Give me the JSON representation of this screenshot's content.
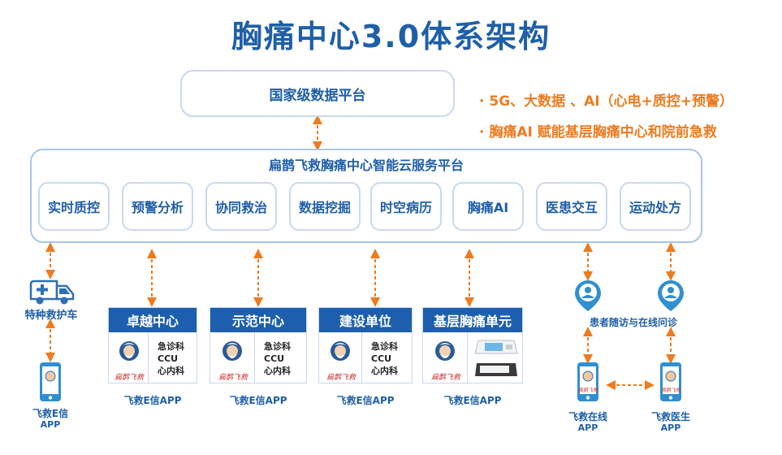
{
  "title": "胸痛中心3.0体系架构",
  "national_platform": "国家级数据平台",
  "bullets": [
    "· 5G、大数据 、AI（心电+质控+预警）",
    "· 胸痛AI 赋能基层胸痛中心和院前急救"
  ],
  "cloud_platform": {
    "title": "扁鹊飞救胸痛中心智能云服务平台",
    "modules": [
      "实时质控",
      "预警分析",
      "协同救治",
      "数据挖掘",
      "时空病历",
      "胸痛AI",
      "医患交互",
      "运动处方"
    ]
  },
  "ambulance": {
    "label": "特种救护车"
  },
  "left_app": {
    "name": "飞救E信",
    "suffix": "APP"
  },
  "centers": [
    {
      "title": "卓越中心",
      "depts": [
        "急诊科",
        "CCU",
        "心内科"
      ],
      "logo_text": "扁鹊飞救",
      "app": "飞救E信APP"
    },
    {
      "title": "示范中心",
      "depts": [
        "急诊科",
        "CCU",
        "心内科"
      ],
      "logo_text": "扁鹊飞救",
      "app": "飞救E信APP"
    },
    {
      "title": "建设单位",
      "depts": [
        "急诊科",
        "CCU",
        "心内科"
      ],
      "logo_text": "扁鹊飞救",
      "app": "飞救E信APP"
    },
    {
      "title": "基层胸痛单元",
      "depts": [],
      "logo_text": "扁鹊飞救",
      "app": "飞救E信APP"
    }
  ],
  "patient": {
    "label": "患者随访与在线问诊",
    "apps": [
      {
        "name": "飞救在线",
        "suffix": "APP",
        "logo_text": "扁鹊飞救"
      },
      {
        "name": "飞救医生",
        "suffix": "APP",
        "logo_text": "扁鹊飞救"
      }
    ]
  },
  "colors": {
    "primary": "#1f5fa8",
    "header": "#1d5fae",
    "accent": "#ee7b1f",
    "border": "#a9c6ea"
  }
}
